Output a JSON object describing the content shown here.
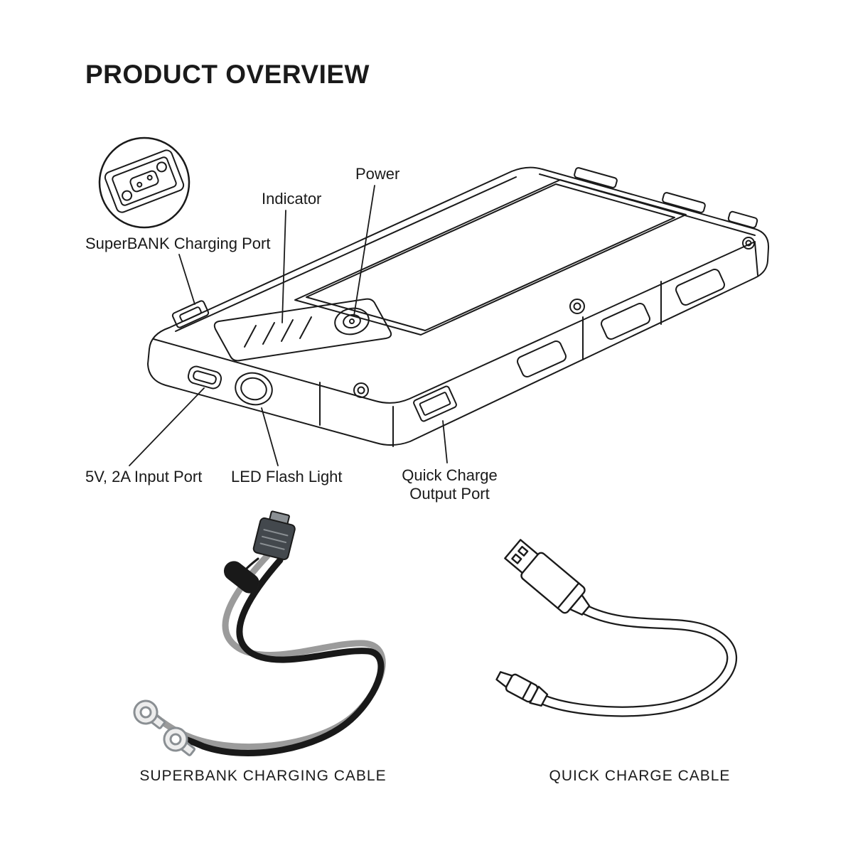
{
  "title": "PRODUCT OVERVIEW",
  "device": {
    "labels": {
      "superbank_port": "SuperBANK Charging Port",
      "indicator": "Indicator",
      "power": "Power",
      "input_port": "5V, 2A Input Port",
      "led_flash_light": "LED Flash Light",
      "quick_charge_line1": "Quick Charge",
      "quick_charge_line2": "Output Port"
    }
  },
  "cables": {
    "superbank_caption": "SUPERBANK CHARGING CABLE",
    "quick_charge_caption": "QUICK CHARGE CABLE"
  },
  "colors": {
    "line": "#1a1a1a",
    "cable_gray": "#9b9b9b",
    "cable_black": "#191919",
    "plug_dark": "#43484d",
    "metal_gray": "#8a8f93",
    "ring_fill": "#ededed"
  }
}
